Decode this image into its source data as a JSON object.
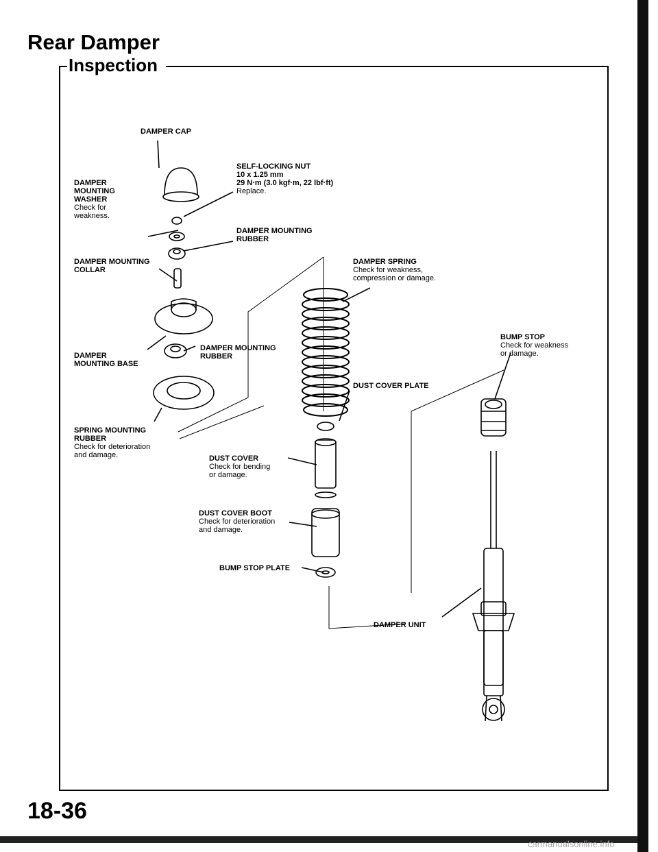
{
  "header": {
    "title": "Rear Damper",
    "section": "Inspection"
  },
  "labels": {
    "damper_cap": "DAMPER CAP",
    "self_locking_nut": {
      "name": "SELF-LOCKING NUT",
      "size": "10 x 1.25 mm",
      "torque": "29 N·m (3.0 kgf·m, 22 lbf·ft)",
      "note": "Replace."
    },
    "mounting_washer": {
      "name": "DAMPER\nMOUNTING\nWASHER",
      "note": "Check for\nweakness."
    },
    "mounting_rubber_upper": {
      "name": "DAMPER MOUNTING\nRUBBER"
    },
    "mounting_collar": {
      "name": "DAMPER MOUNTING\nCOLLAR"
    },
    "damper_spring": {
      "name": "DAMPER SPRING",
      "note": "Check for weakness,\ncompression or damage."
    },
    "mounting_base": {
      "name": "DAMPER\nMOUNTING BASE"
    },
    "mounting_rubber_lower": {
      "name": "DAMPER MOUNTING\nRUBBER"
    },
    "bump_stop": {
      "name": "BUMP STOP",
      "note": "Check for weakness\nor damage."
    },
    "dust_cover_plate": {
      "name": "DUST COVER PLATE"
    },
    "spring_mounting_rubber": {
      "name": "SPRING MOUNTING\nRUBBER",
      "note": "Check for deterioration\nand damage."
    },
    "dust_cover": {
      "name": "DUST COVER",
      "note": "Check for bending\nor damage."
    },
    "dust_cover_boot": {
      "name": "DUST COVER BOOT",
      "note": "Check for deterioration\nand damage."
    },
    "bump_stop_plate": {
      "name": "BUMP STOP PLATE"
    },
    "damper_unit": {
      "name": "DAMPER UNIT"
    }
  },
  "footer": {
    "page_number": "18-36",
    "watermark": "carmanualsonline.info"
  }
}
